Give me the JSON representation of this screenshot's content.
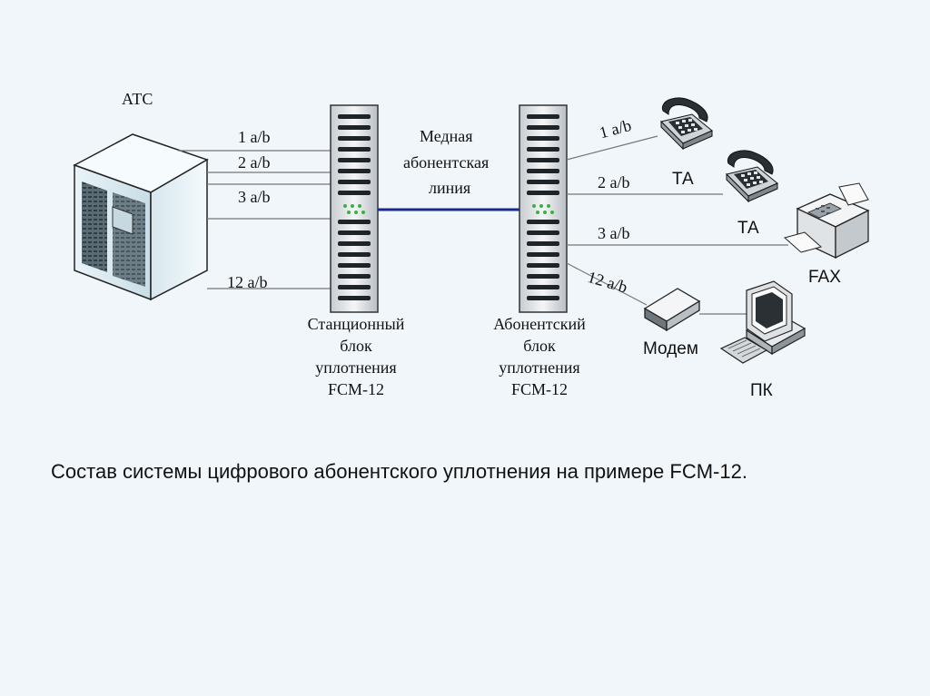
{
  "labels": {
    "atc": "АТС",
    "left_lines": [
      "1 a/b",
      "2 a/b",
      "3 a/b",
      "12 a/b"
    ],
    "right_lines": [
      "1 a/b",
      "2 a/b",
      "3 a/b",
      "12 a/b"
    ],
    "copper_line": [
      "Медная",
      "абонентская",
      "линия"
    ],
    "station_block": [
      "Станционный",
      "блок",
      "уплотнения",
      "FCM-12"
    ],
    "subscriber_block": [
      "Абонентский",
      "блок",
      "уплотнения",
      "FCM-12"
    ],
    "ta1": "ТА",
    "ta2": "ТА",
    "fax": "FAX",
    "modem": "Модем",
    "pc": "ПК"
  },
  "caption": "Состав системы цифрового абонентского уплотнения  на примере FCM-12.",
  "colors": {
    "background": "#f0f6fa",
    "copper_link": "#1a2a8a",
    "server_body": "#eef0f2",
    "led_green": "#3cb043"
  }
}
